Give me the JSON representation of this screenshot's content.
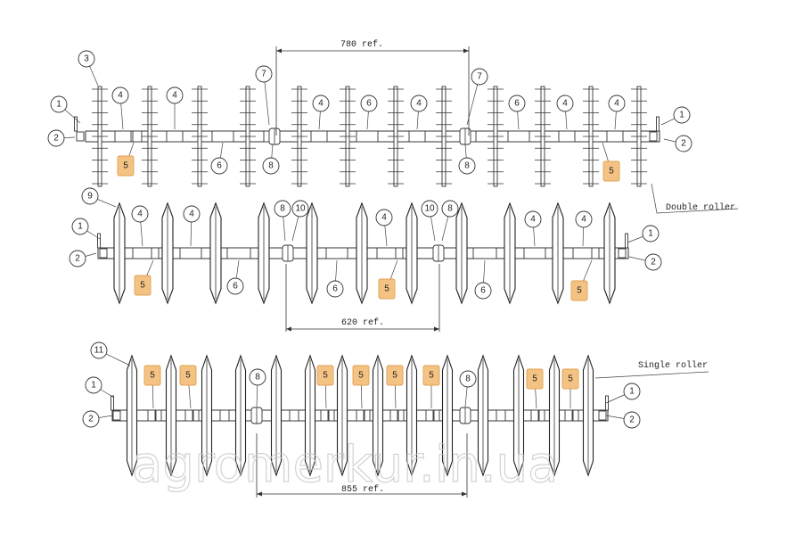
{
  "watermark": "agromerkur.in.ua",
  "labels": {
    "double_roller": "Double roller",
    "single_roller": "Single roller"
  },
  "dimensions": {
    "top": "780 ref.",
    "middle": "620 ref.",
    "bottom": "855 ref."
  },
  "colors": {
    "highlight_fill": "#f4c384",
    "line": "#333333"
  },
  "callouts": {
    "r1": [
      "3",
      "1",
      "2",
      "4",
      "4",
      "5",
      "6",
      "7",
      "8",
      "4",
      "6",
      "4",
      "7",
      "8",
      "6",
      "4",
      "4",
      "5",
      "1",
      "2"
    ],
    "r2": [
      "9",
      "4",
      "4",
      "1",
      "2",
      "5",
      "6",
      "8",
      "10",
      "6",
      "4",
      "5",
      "10",
      "8",
      "6",
      "4",
      "4",
      "5",
      "1",
      "2"
    ],
    "r3": [
      "11",
      "5",
      "5",
      "1",
      "2",
      "8",
      "5",
      "5",
      "5",
      "5",
      "8",
      "5",
      "5",
      "1",
      "2"
    ]
  }
}
